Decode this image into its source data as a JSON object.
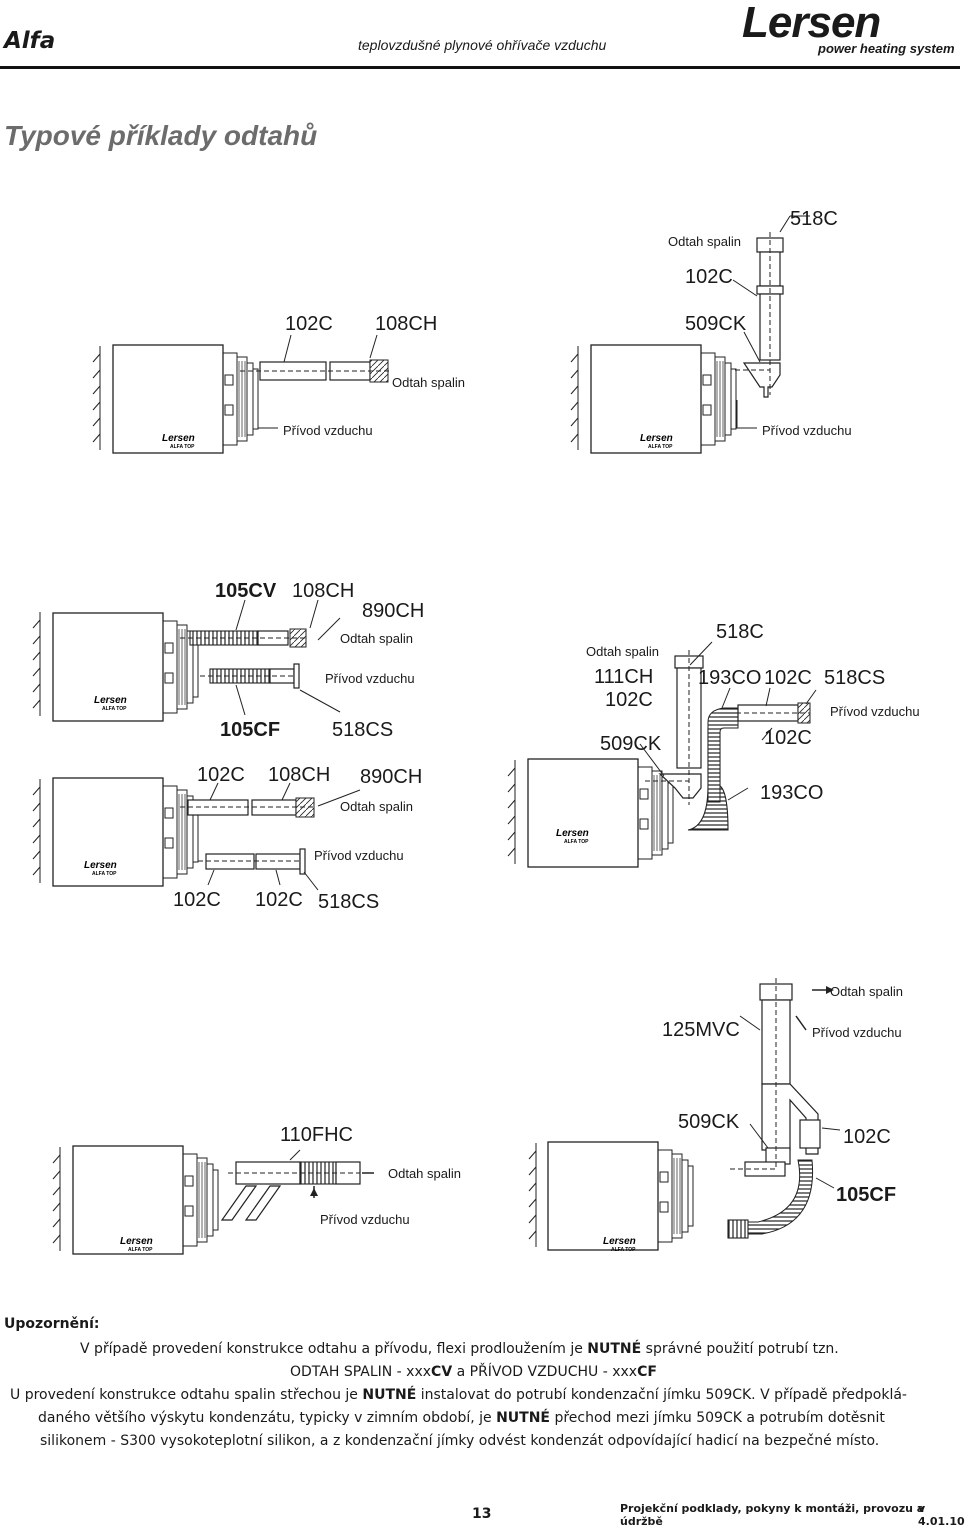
{
  "header": {
    "model": "Alfa",
    "subtitle": "teplovzdušné plynové ohřívače vzduchu",
    "brand": "Lersen",
    "tagline": "power heating system"
  },
  "title": "Typové příklady odtahů",
  "units": {
    "logo": "Lersen",
    "logo_sub": "ALFA TOP"
  },
  "diagram": {
    "d1": {
      "c1": "102C",
      "c2": "108CH",
      "exhaust": "Odtah spalin",
      "intake": "Přívod vzduchu"
    },
    "d2": {
      "c1": "518C",
      "c2": "102C",
      "c3": "509CK",
      "exhaust": "Odtah spalin",
      "intake": "Přívod vzduchu"
    },
    "d3": {
      "c1": "105CV",
      "c2": "108CH",
      "c3": "890CH",
      "exhaust": "Odtah spalin",
      "intake": "Přívod vzduchu",
      "c4": "105CF",
      "c5": "518CS"
    },
    "d4": {
      "c1": "102C",
      "c2": "108CH",
      "c3": "890CH",
      "exhaust": "Odtah spalin",
      "intake": "Přívod vzduchu",
      "c4": "102C",
      "c5": "102C",
      "c6": "518CS"
    },
    "d5": {
      "exhaust": "Odtah spalin",
      "c1": "518C",
      "c2": "111CH",
      "c3": "102C",
      "c4": "509CK",
      "c5": "193CO",
      "c6": "102C",
      "c7": "518CS",
      "intake": "Přívod vzduchu",
      "c8": "102C",
      "c9": "193CO"
    },
    "d6": {
      "c1": "110FHC",
      "exhaust": "Odtah spalin",
      "intake": "Přívod vzduchu"
    },
    "d7": {
      "exhaust": "Odtah spalin",
      "c1": "125MVC",
      "intake": "Přívod vzduchu",
      "c2": "509CK",
      "c3": "102C",
      "c4": "105CF"
    }
  },
  "warning": {
    "heading": "Upozornění:",
    "l1a": "V případě provedení konstrukce odtahu a přívodu, flexi prodloužením je ",
    "l1b": "NUTNÉ",
    "l1c": " správné použití potrubí tzn.",
    "l2a": "ODTAH SPALIN - xxx",
    "l2b": "CV",
    "l2c": " a PŘÍVOD VZDUCHU - xxx",
    "l2d": "CF",
    "l3a": "U provedení konstrukce odtahu spalin střechou je ",
    "l3b": "NUTNÉ",
    "l3c": " instalovat do potrubí kondenzační jímku 509CK. V případě předpoklá-",
    "l4a": "daného většího výskytu kondenzátu, typicky v zimním období, je ",
    "l4b": "NUTNÉ",
    "l4c": " přechod mezi jímku 509CK a potrubím dotěsnit",
    "l5": "silikonem - S300 vysokoteplotní silikon, a z kondenzační jímky odvést kondenzát odpovídající hadicí na bezpečné místo."
  },
  "footer": {
    "page": "13",
    "doc": "Projekční podklady, pokyny k montáži, provozu a údržbě",
    "version": "v 4.01.10"
  }
}
